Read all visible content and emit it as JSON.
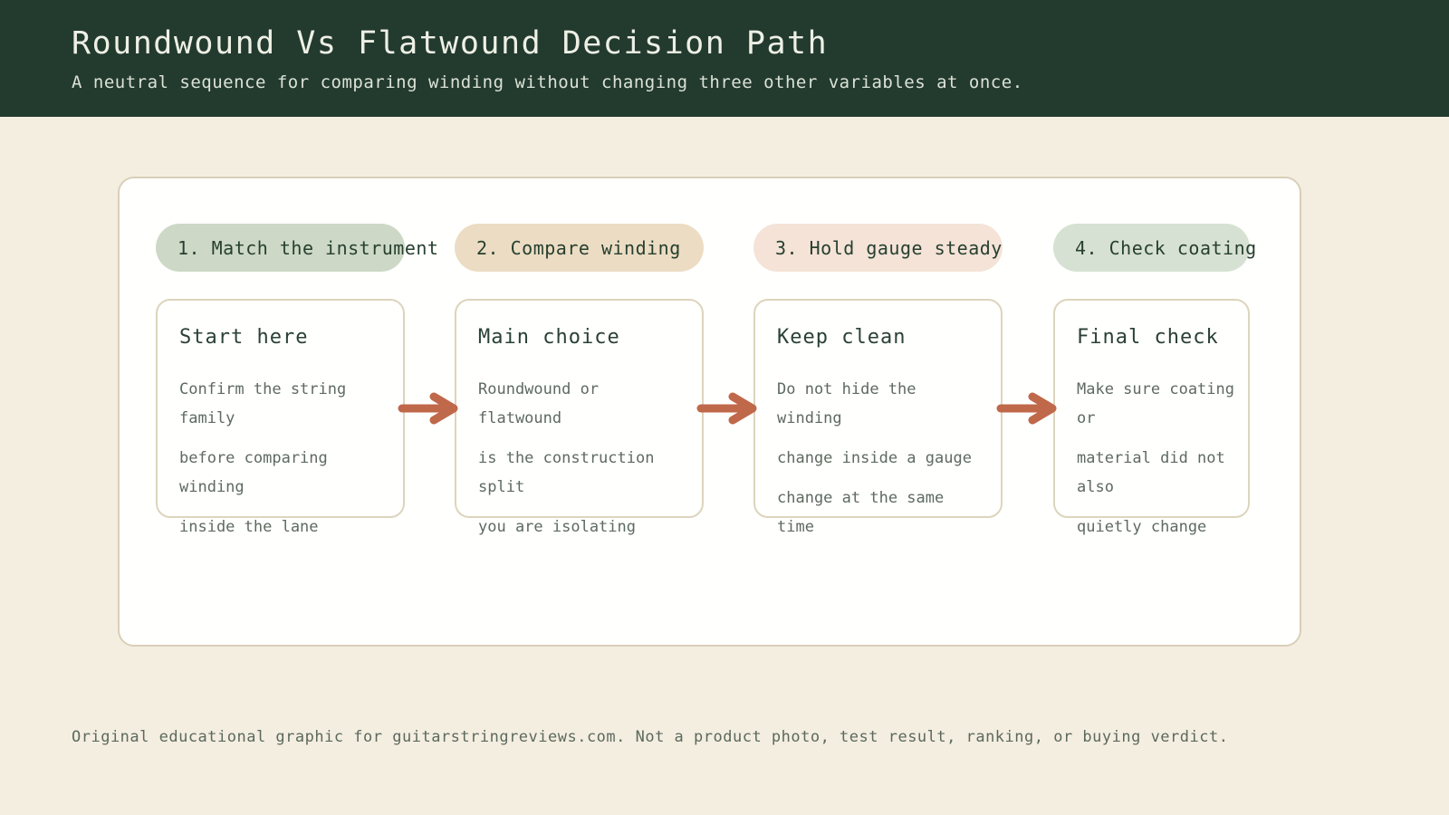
{
  "header": {
    "title": "Roundwound Vs Flatwound Decision Path",
    "subtitle": "A neutral sequence for comparing winding without changing three other variables at once."
  },
  "steps": [
    {
      "pill_label": "1. Match the instrument",
      "pill_color": "#cdd8c6",
      "card_title": "Start here",
      "para1": "Confirm the string\nfamily",
      "para2": "before comparing\nwinding",
      "para3": "inside the lane"
    },
    {
      "pill_label": "2. Compare winding",
      "pill_color": "#ecdcc3",
      "card_title": "Main choice",
      "para1": "Roundwound or\nflatwound",
      "para2": "is the construction\nsplit",
      "para3": "you are isolating"
    },
    {
      "pill_label": "3. Hold gauge steady",
      "pill_color": "#f5e3d8",
      "card_title": "Keep clean",
      "para1": "Do not hide the\nwinding",
      "para2": "change inside a gauge",
      "para3": "change at the same\ntime"
    },
    {
      "pill_label": "4. Check coating",
      "pill_color": "#d7e1d3",
      "card_title": "Final check",
      "para1": "Make sure coating\nor",
      "para2": "material did not\nalso",
      "para3": "quietly change"
    }
  ],
  "footer": {
    "text": "Original educational graphic for guitarstringreviews.com. Not a product photo, test result, ranking, or buying verdict."
  },
  "icons": {
    "connector": "arrow-right-icon"
  },
  "colors": {
    "page_bg": "#f4eee0",
    "header_bg": "#233a2f",
    "title_color": "#eef0e5",
    "subtitle_color": "#dbe2d5",
    "panel_bg": "#fffffd",
    "panel_border": "#d9cfb8",
    "card_border": "#ddd4bd",
    "pill_text": "#26402f",
    "heading_color": "#2a4134",
    "body_color": "#5e6a60",
    "arrow_color": "#c0684a",
    "footer_color": "#5c695e"
  }
}
